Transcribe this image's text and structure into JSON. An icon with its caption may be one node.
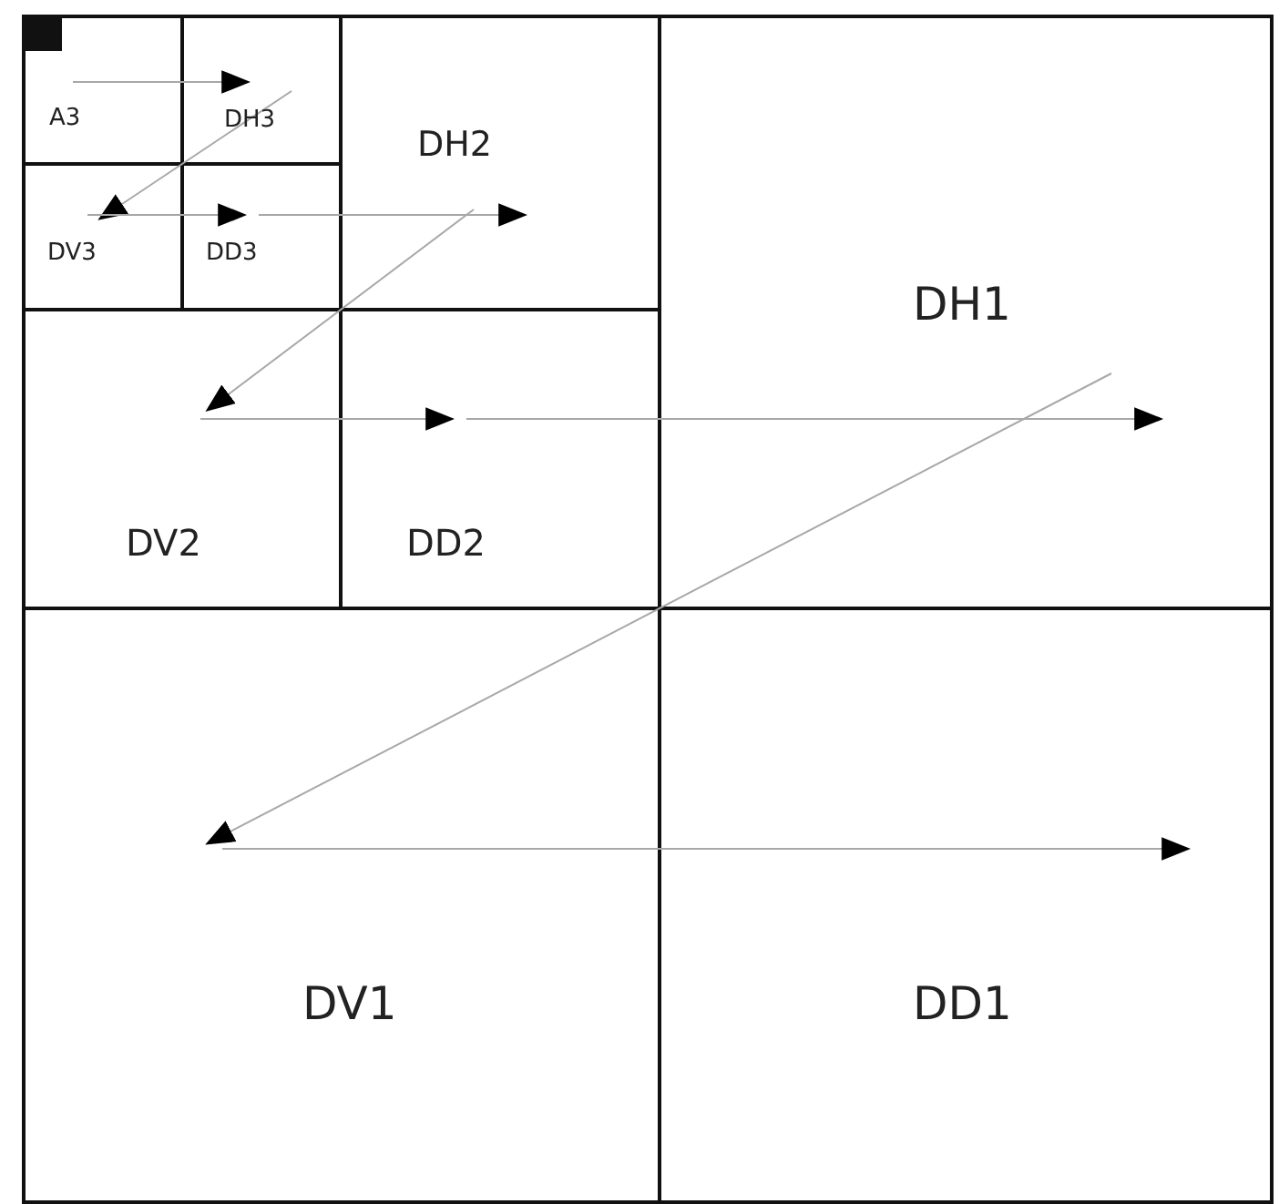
{
  "diagram": {
    "nodes": [
      {
        "text": [
          "A3"
        ]
      },
      {
        "text": [
          "DH3"
        ]
      },
      {
        "text": [
          "DV3"
        ]
      },
      {
        "text": [
          "DD3"
        ]
      },
      {
        "text": [
          "DH2"
        ]
      },
      {
        "text": [
          "DV2"
        ]
      },
      {
        "text": [
          "DD2"
        ]
      },
      {
        "text": [
          "DH1"
        ]
      },
      {
        "text": [
          "DV1"
        ]
      },
      {
        "text": [
          "DD1"
        ]
      }
    ],
    "edges": [
      {
        "from": 0,
        "to": 1,
        "arrow": "to"
      },
      {
        "from": 1,
        "to": 2,
        "arrow": "to"
      },
      {
        "from": 2,
        "to": 3,
        "arrow": "to"
      },
      {
        "from": 3,
        "to": 4,
        "arrow": "to"
      },
      {
        "from": 4,
        "to": 5,
        "arrow": "to"
      },
      {
        "from": 5,
        "to": 6,
        "arrow": "to"
      },
      {
        "from": 6,
        "to": 7,
        "arrow": "to"
      },
      {
        "from": 7,
        "to": 8,
        "arrow": "to"
      },
      {
        "from": 8,
        "to": 9,
        "arrow": "to"
      }
    ]
  }
}
